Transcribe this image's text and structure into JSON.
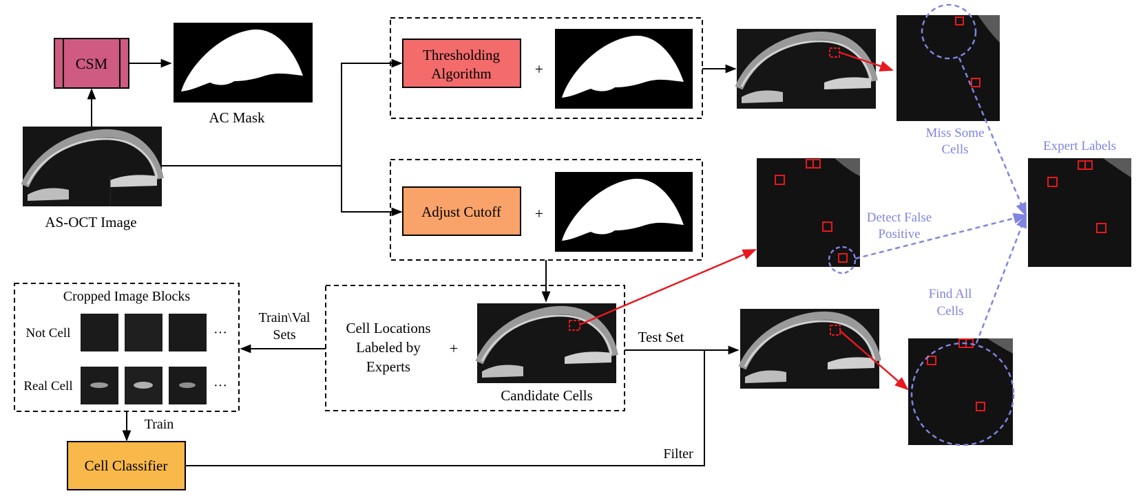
{
  "colors": {
    "csm": "#cf5a82",
    "threshold": "#f36b6b",
    "adjust": "#f9a36a",
    "classifier": "#f8b84a",
    "blue": "#7f84e0",
    "red": "#e8181e"
  },
  "labels": {
    "csm": "CSM",
    "ac_mask": "AC Mask",
    "oct_image": "AS-OCT Image",
    "threshold_line1": "Thresholding",
    "threshold_line2": "Algorithm",
    "adjust_cutoff": "Adjust Cutoff",
    "plus": "+",
    "miss_line1": "Miss Some",
    "miss_line2": "Cells",
    "expert_labels": "Expert Labels",
    "detect_line1": "Detect False",
    "detect_line2": "Positive",
    "findall_line1": "Find All",
    "findall_line2": "Cells",
    "cropped_title": "Cropped Image Blocks",
    "not_cell": "Not Cell",
    "real_cell": "Real Cell",
    "ellipsis": "···",
    "trainval_line1": "Train\\Val",
    "trainval_line2": "Sets",
    "cell_loc_line1": "Cell Locations",
    "cell_loc_line2": "Labeled by",
    "cell_loc_line3": "Experts",
    "candidate_cells": "Candidate Cells",
    "test_set": "Test Set",
    "train": "Train",
    "cell_classifier": "Cell Classifier",
    "filter": "Filter"
  }
}
